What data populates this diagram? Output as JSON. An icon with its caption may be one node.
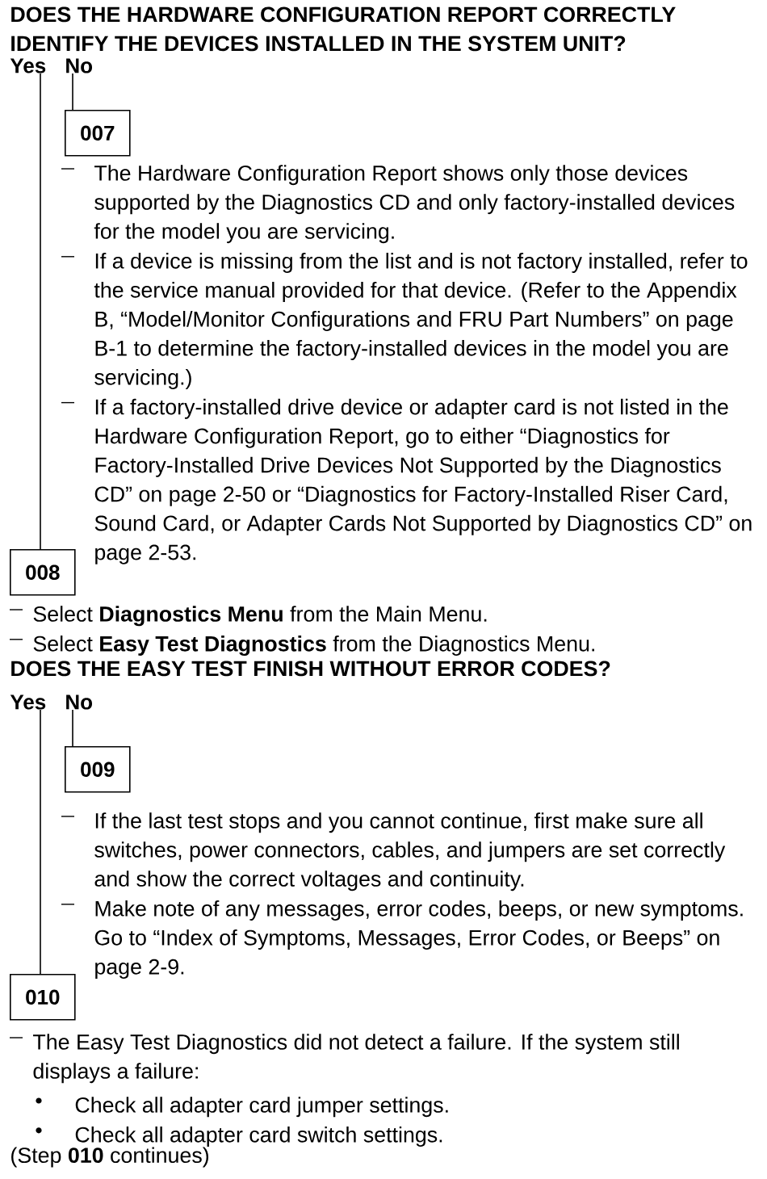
{
  "diagram": {
    "nodes": [
      {
        "text": [
          "Yes"
        ]
      },
      {
        "text": [
          "No"
        ]
      },
      {
        "text": [
          "007"
        ],
        "beside": [
          "The Hardware Configuration Report shows only those devices supported by the Diagnostics CD and only factory-installed devices for the model you are servicing.",
          "If a device is missing from the list and is not factory installed, refer to the service manual provided for that device. (Refer to the Appendix B, “Model/Monitor Configurations and FRU Part Numbers” on page B-1 to determine the factory-installed devices in the model you are servicing.)",
          "If a factory-installed drive device or adapter card is not listed in the Hardware Configuration Report, go to either “Diagnostics for Factory-Installed Drive Devices Not Supported by the Diagnostics CD” on page 2-50 or “Diagnostics for Factory-Installed Riser Card, Sound Card, or Adapter Cards Not Supported by Diagnostics CD” on page 2-53."
        ]
      },
      {
        "text": [
          "008"
        ],
        "beside": [
          "Select **Diagnostics Menu** from the Main Menu.",
          "Select **Easy Test Diagnostics** from the Diagnostics Menu."
        ]
      },
      {
        "text": [
          "Yes"
        ]
      },
      {
        "text": [
          "No"
        ]
      },
      {
        "text": [
          "009"
        ],
        "beside": [
          "If the last test stops and you cannot continue, first make sure all switches, power connectors, cables, and jumpers are set correctly and show the correct voltages and continuity.",
          "Make note of any messages, error codes, beeps, or new symptoms. Go to “Index of Symptoms, Messages, Error Codes, or Beeps” on page 2-9."
        ]
      },
      {
        "text": [
          "010"
        ],
        "beside": [
          "The Easy Test Diagnostics did not detect a failure. If the system still displays a failure:",
          "Check all adapter card jumper settings.",
          "Check all adapter card switch settings."
        ]
      }
    ],
    "edges": [
      {
        "from": 0,
        "to": 3,
        "arrow": "none"
      },
      {
        "from": 1,
        "to": 2,
        "arrow": "none"
      },
      {
        "from": 4,
        "to": 7,
        "arrow": "none"
      },
      {
        "from": 5,
        "to": 6,
        "arrow": "none"
      }
    ],
    "labels": [
      "DOES THE HARDWARE CONFIGURATION REPORT CORRECTLY IDENTIFY THE DEVICES INSTALLED IN THE SYSTEM UNIT?",
      "DOES THE EASY TEST FINISH WITHOUT ERROR CODES?",
      "(Step **010** continues)"
    ]
  }
}
